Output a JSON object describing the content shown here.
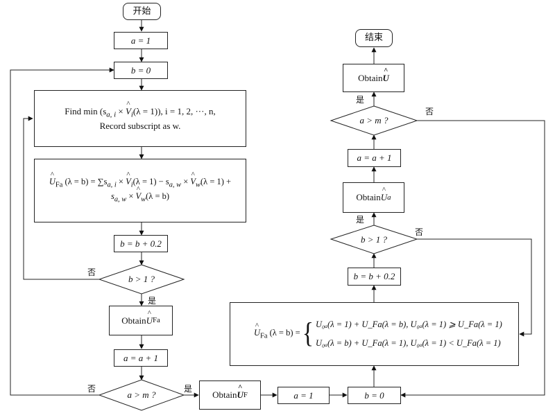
{
  "left_column": {
    "start": "开始",
    "a_eq_1": "a = 1",
    "b_eq_0": "b = 0",
    "find_min": {
      "line1_prefix": "Find min ",
      "line1_expr": "(s",
      "line1_sub": "a, i",
      "line1_mid": " × ",
      "line1_v": "V",
      "line1_vsub": "i",
      "line1_tail": "(λ = 1)), i = 1, 2, ···, n,",
      "line2": "Record subscript as w."
    },
    "update_formula": {
      "lhs": "U",
      "lhs_sub": "Fa",
      "lhs_tail": " (λ = b) = ∑s",
      "s_sub": "a, i",
      "mul1": " × ",
      "v1": "V",
      "v1_sub": "i",
      "part1": "(λ = 1) − s",
      "s2_sub": "a, w",
      "mul2": " × ",
      "v2": "V",
      "v2_sub": "w",
      "part2": "(λ = 1) +",
      "line2_s": "s",
      "line2_s_sub": "a, w",
      "line2_mul": " × ",
      "line2_v": "V",
      "line2_v_sub": "w",
      "line2_tail": "(λ = b)"
    },
    "b_increment": "b = b + 0.2",
    "decision_b": "b > 1 ?",
    "obtain_ufa": {
      "prefix": "Obtain ",
      "sym": "U",
      "sub": "Fa"
    },
    "a_increment": "a = a + 1",
    "decision_a": "a > m ?"
  },
  "bottom_row": {
    "obtain_uf": {
      "prefix": "Obtain ",
      "sym": "U",
      "sub": "F"
    },
    "a_eq_1": "a = 1",
    "b_eq_0": "b = 0"
  },
  "right_column": {
    "piecewise": {
      "lhs": "U",
      "lhs_sub": "Fa",
      "lhs_tail": " (λ = b) =",
      "case1": "U₀ₐ(λ = 1) + U_Fa(λ = b), U₀ₐ(λ = 1) ⩾ U_Fa(λ = 1)",
      "case2": "U₀ₐ(λ = b) + U_Fa(λ = 1), U₀ₐ(λ = 1) < U_Fa(λ = 1)"
    },
    "b_increment": "b = b + 0.2",
    "decision_b": "b > 1 ?",
    "obtain_ua": {
      "prefix": "Obtain ",
      "sym": "U",
      "sub": "a"
    },
    "a_increment": "a = a + 1",
    "decision_a": "a > m ?",
    "obtain_u": {
      "prefix": "Obtain ",
      "sym": "U"
    },
    "end": "结束"
  },
  "branch_labels": {
    "yes": "是",
    "no": "否"
  }
}
